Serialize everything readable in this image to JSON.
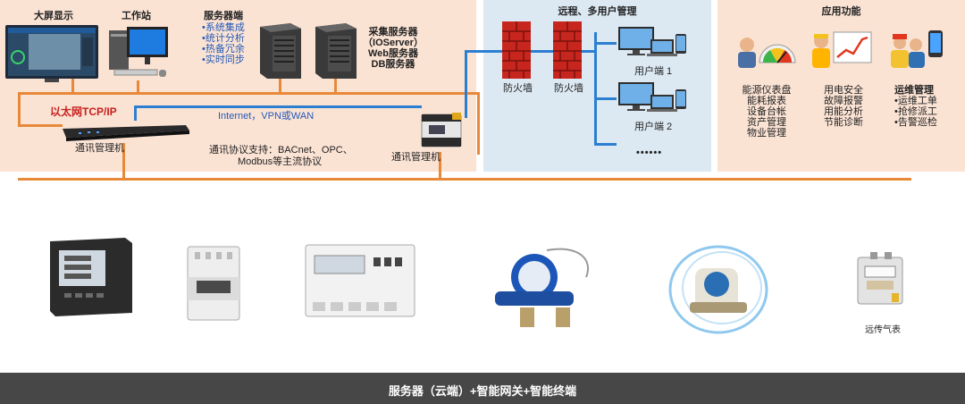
{
  "left": {
    "big_screen_label": "大屏显示",
    "workstation_label": "工作站",
    "server_side_label": "服务器端",
    "server_features": [
      "•系统集成",
      "•统计分析",
      "•热备冗余",
      "•实时同步"
    ],
    "collect_server_lines": [
      "采集服务器",
      "（IOServer）",
      "Web服务器",
      "DB服务器"
    ],
    "ethernet_label": "以太网TCP/IP",
    "internet_label": "Internet，VPN或WAN",
    "comm_manager_left": "通讯管理机",
    "comm_manager_right": "通讯管理机",
    "protocol_lines": [
      "通讯协议支持：BACnet、OPC、",
      "Modbus等主流协议"
    ]
  },
  "middle": {
    "title": "远程、多用户管理",
    "firewall_1": "防火墙",
    "firewall_2": "防火墙",
    "user_1": "用户端 1",
    "user_2": "用户端 2",
    "more": "••••••"
  },
  "right": {
    "title": "应用功能",
    "col1": [
      "能源仪表盘",
      "能耗报表",
      "设备台帐",
      "资产管理",
      "物业管理"
    ],
    "col2": [
      "用电安全",
      "故障报警",
      "用能分析",
      "节能诊断"
    ],
    "col3_title": "运维管理",
    "col3": [
      "•运维工单",
      "•抢修派工",
      "•告警巡检"
    ]
  },
  "devices": {
    "gas_meter_label": "远传气表"
  },
  "footer": {
    "text": "服务器（云端）+智能网关+智能终端"
  },
  "colors": {
    "panel_peach": "#fbe3d4",
    "panel_blue": "#dce9f3",
    "orange_line": "#e8893a",
    "blue_line": "#2c7fd0",
    "red_text": "#c8201e",
    "footer_bg": "#474747"
  }
}
